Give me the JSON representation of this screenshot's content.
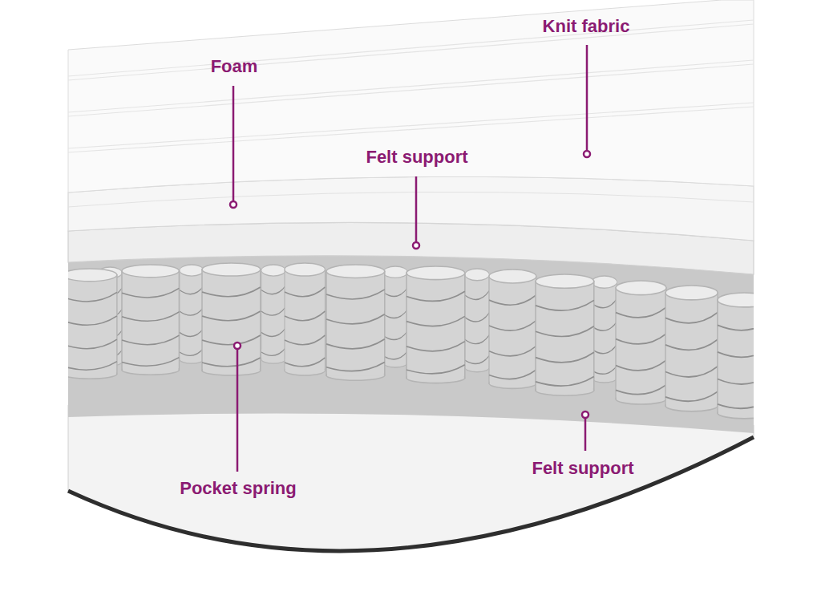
{
  "diagram": {
    "labels": [
      "Knit fabric",
      "Foam",
      "Felt support",
      "Pocket spring",
      "Felt support"
    ]
  }
}
